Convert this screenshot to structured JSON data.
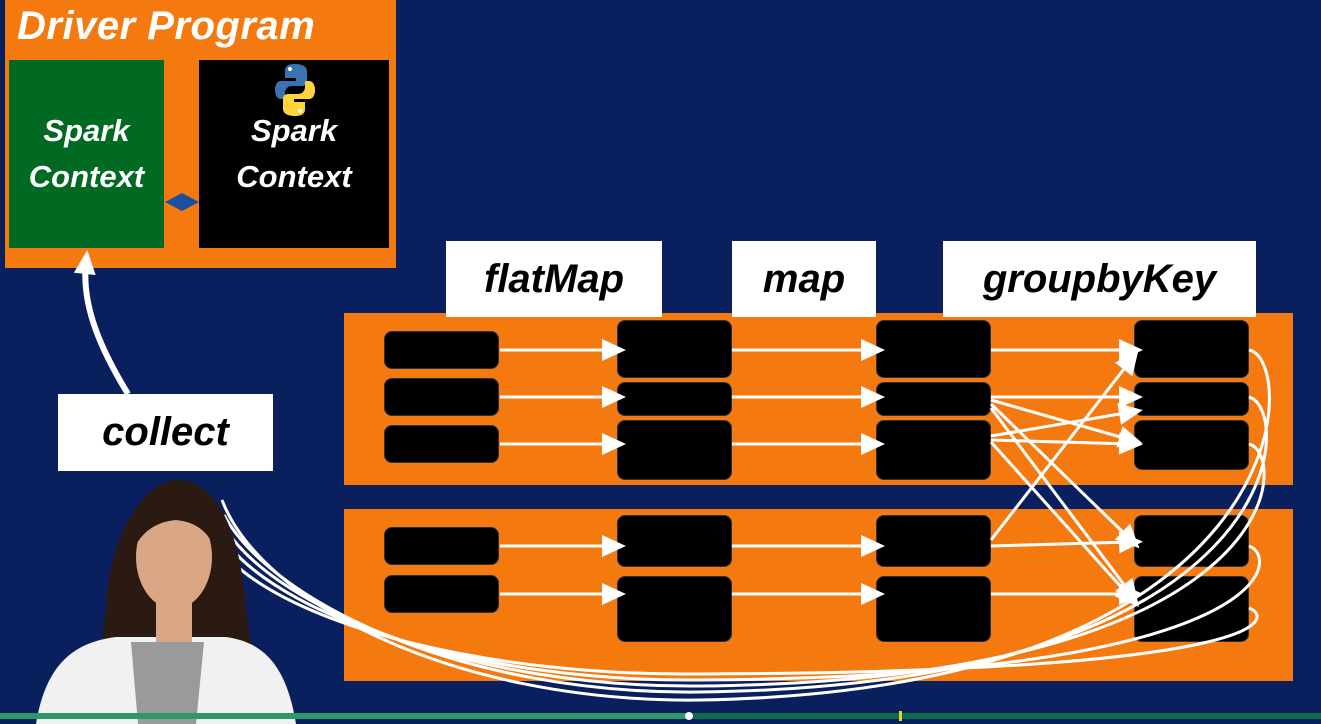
{
  "driver": {
    "title": "Driver Program",
    "jvm_context": [
      "Spark",
      "Context"
    ],
    "python_context": [
      "Spark",
      "Context"
    ]
  },
  "transformations": {
    "flatmap": "flatMap",
    "map": "map",
    "groupbykey": "groupbyKey"
  },
  "action": {
    "collect": "collect"
  },
  "colors": {
    "background": "#0a1f5e",
    "accent": "#f47a0f",
    "jvm_context": "#006a22",
    "block": "#000000",
    "arrow": "#ffffff"
  }
}
